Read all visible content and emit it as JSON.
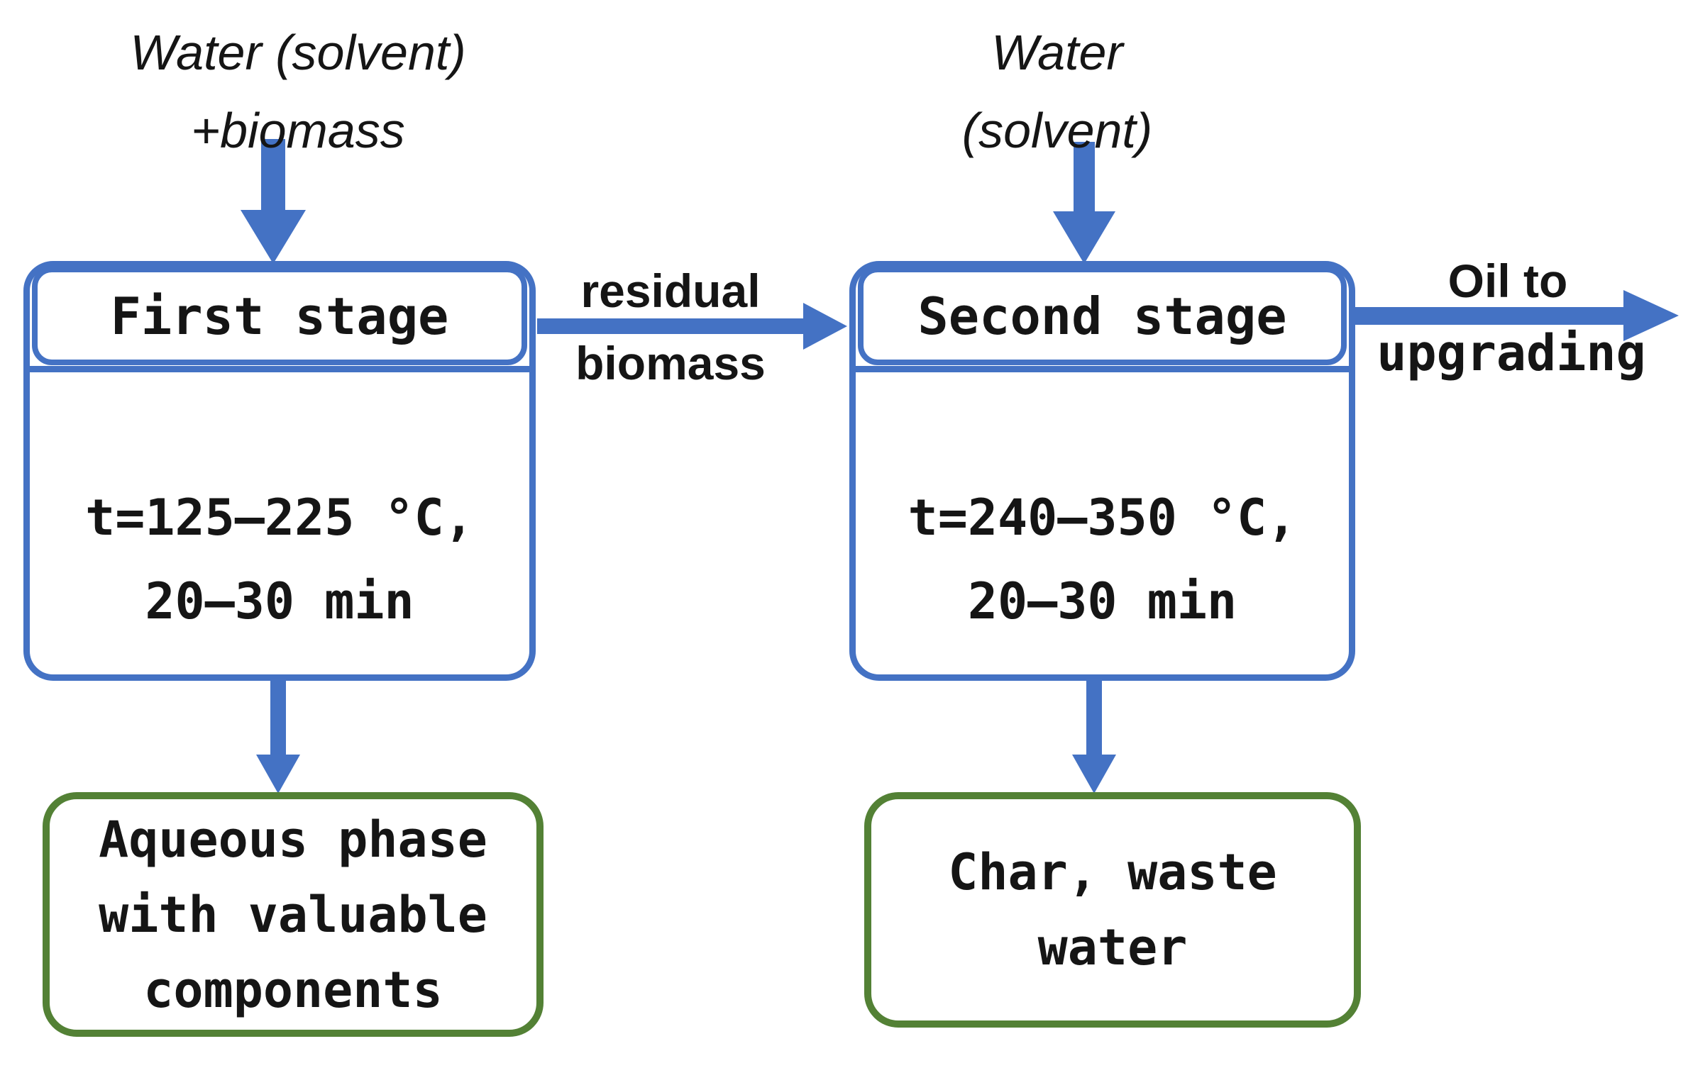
{
  "colors": {
    "accent-blue": "#4472C4",
    "accent-green": "#538135",
    "ink": "#151515",
    "paper": "#ffffff"
  },
  "feeds": {
    "first": {
      "line1": "Water (solvent)",
      "line2": "+biomass"
    },
    "second": {
      "line1": "Water",
      "line2": "(solvent)"
    }
  },
  "stages": {
    "first": {
      "title": "First stage",
      "cond1": "t=125–225 °C,",
      "cond2": "20–30 min"
    },
    "second": {
      "title": "Second stage",
      "cond1": "t=240–350 °C,",
      "cond2": "20–30 min"
    }
  },
  "flows": {
    "residual": {
      "line1": "residual",
      "line2": "biomass"
    },
    "oil": {
      "line1": "Oil to",
      "line2": "upgrading"
    }
  },
  "outputs": {
    "first": {
      "line1": "Aqueous phase",
      "line2": "with valuable",
      "line3": "components"
    },
    "second": {
      "line1": "Char, waste",
      "line2": "water"
    }
  }
}
